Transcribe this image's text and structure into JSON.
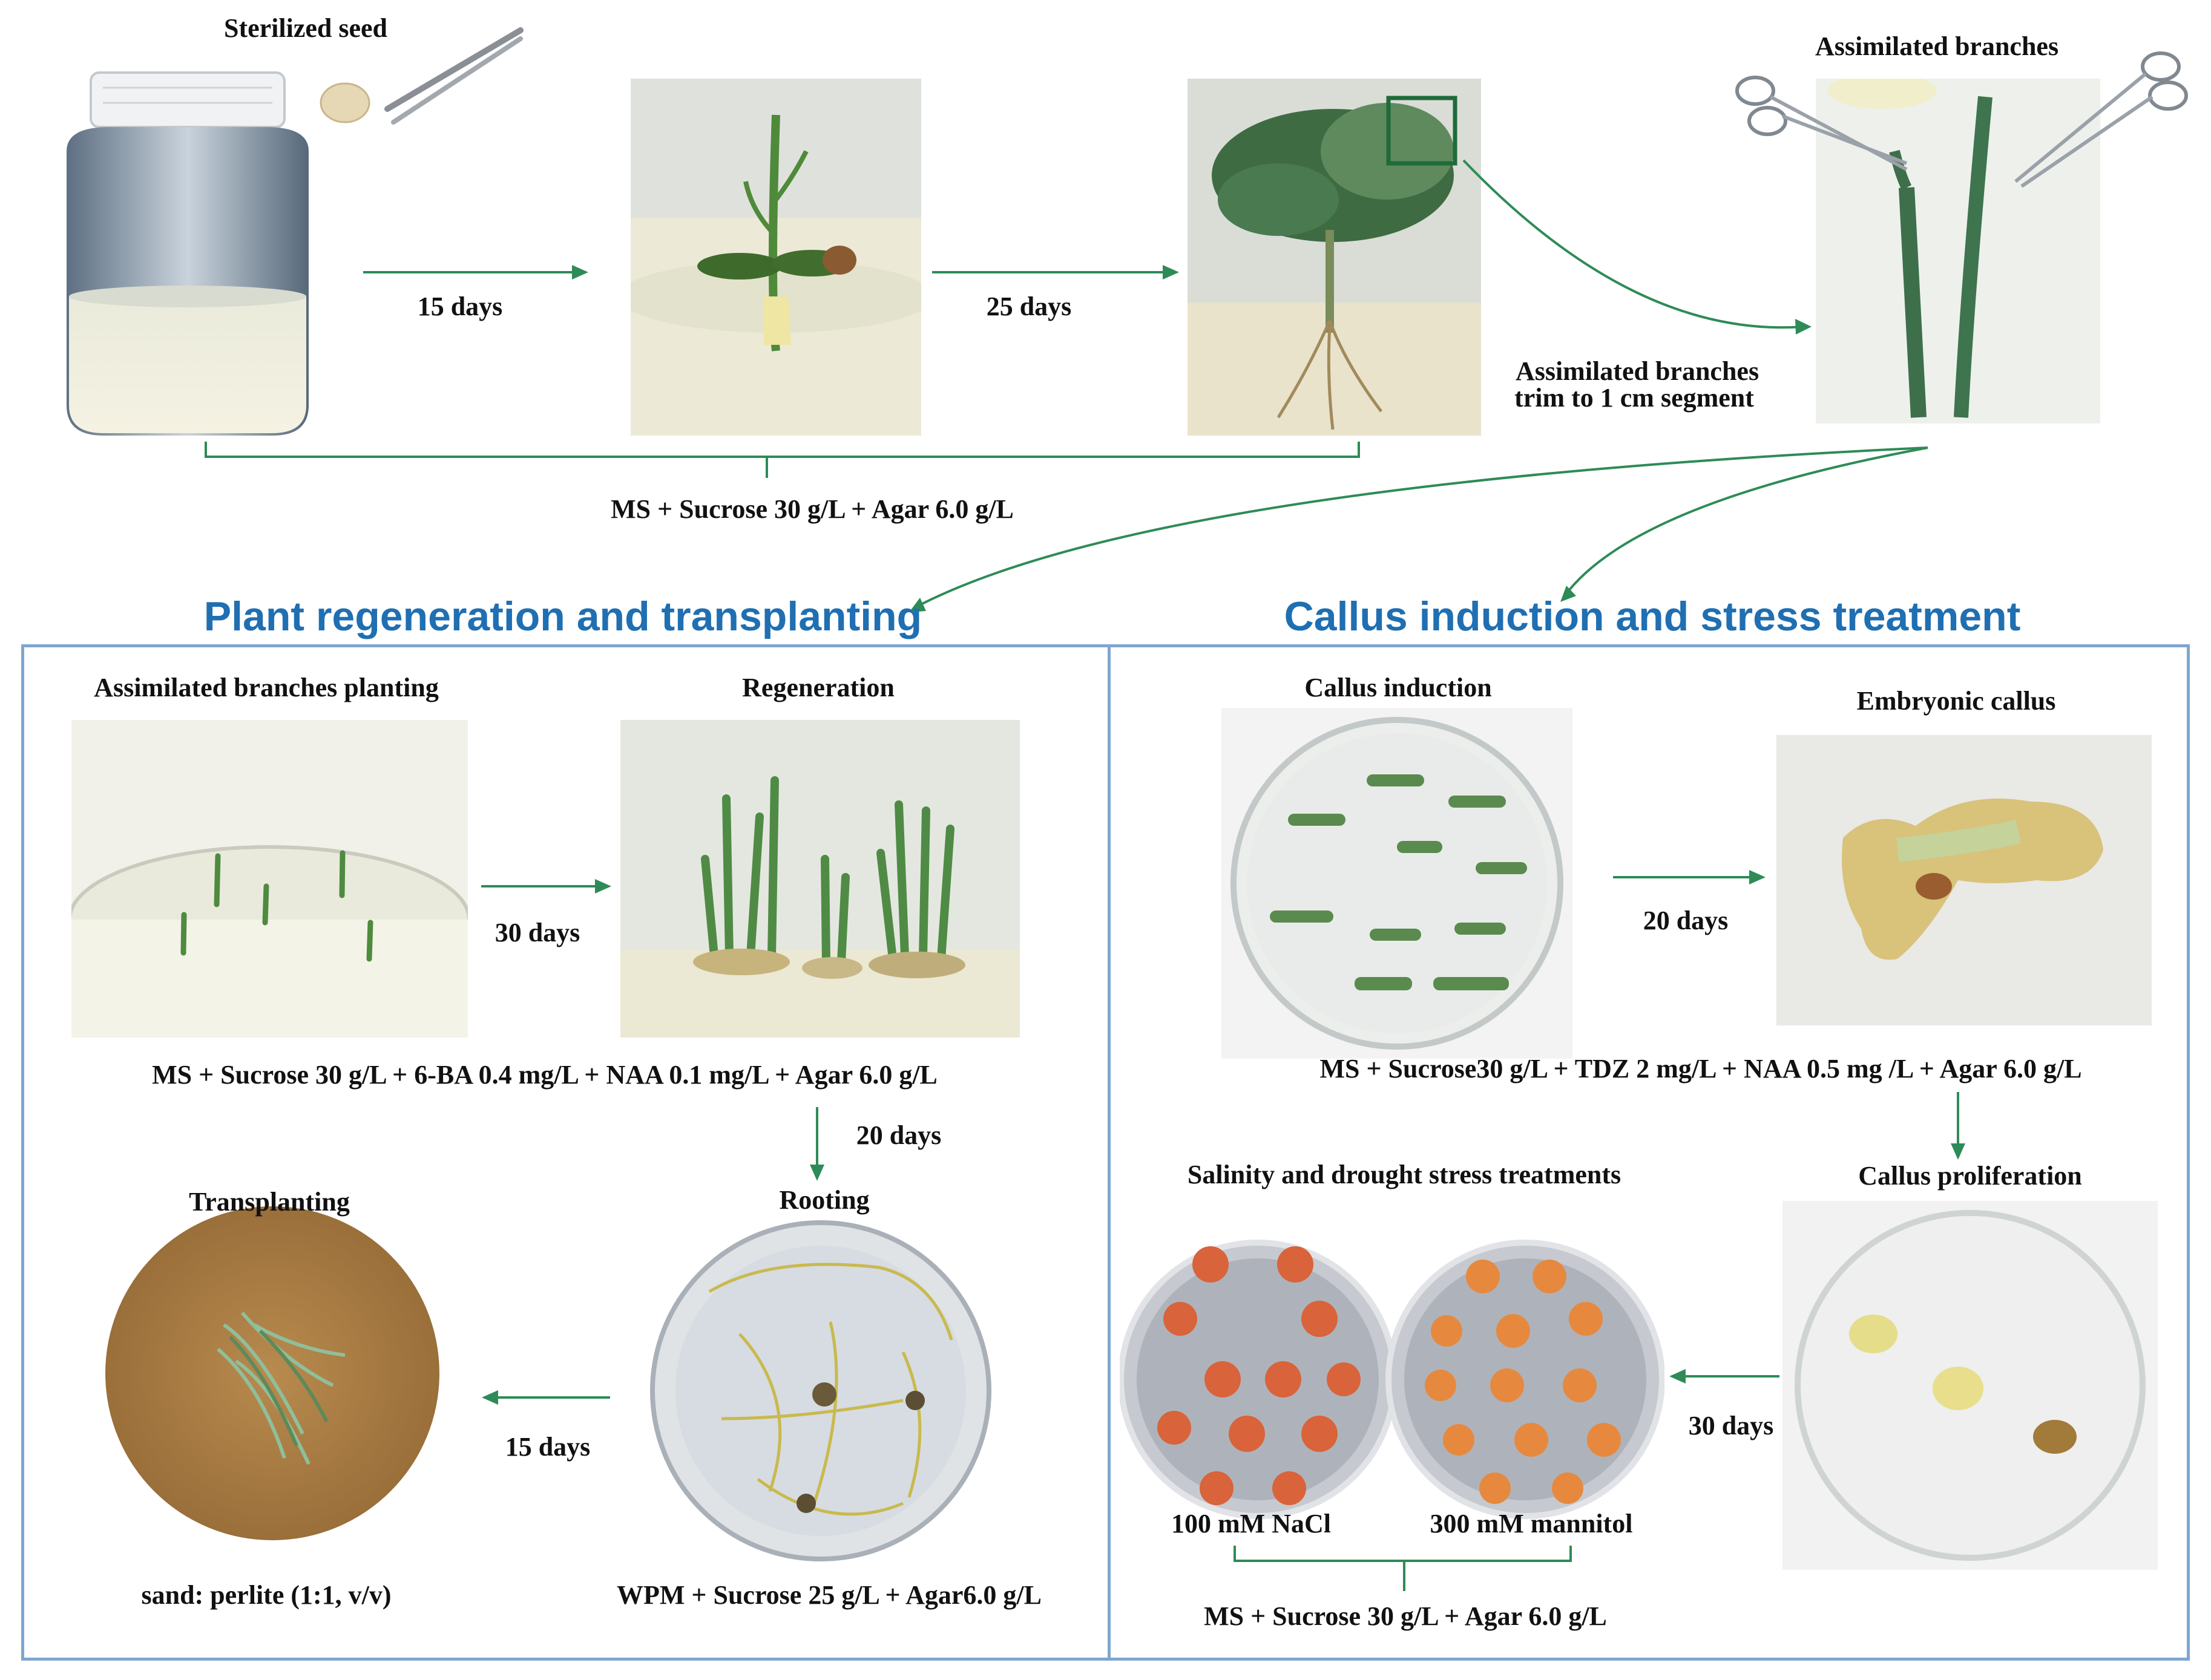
{
  "top": {
    "sterilized_seed": "Sterilized seed",
    "days_15": "15 days",
    "days_25": "25 days",
    "assimilated_branches": "Assimilated branches",
    "trim_line1": "Assimilated branches",
    "trim_line2": "trim to 1 cm segment",
    "medium": "MS + Sucrose 30 g/L + Agar 6.0 g/L"
  },
  "left_section": {
    "title": "Plant regeneration and transplanting",
    "planting": "Assimilated branches planting",
    "regeneration": "Regeneration",
    "days_30": "30 days",
    "regen_medium": "MS + Sucrose 30 g/L  +  6-BA 0.4 mg/L + NAA 0.1 mg/L + Agar 6.0 g/L",
    "days_20": "20 days",
    "transplanting": "Transplanting",
    "rooting": "Rooting",
    "days_15": "15 days",
    "substrate": "sand: perlite (1:1, v/v)",
    "rooting_medium": "WPM + Sucrose 25 g/L + Agar6.0 g/L"
  },
  "right_section": {
    "title": "Callus induction and stress treatment",
    "callus_induction": "Callus induction",
    "embryonic_callus": "Embryonic callus",
    "days_20": "20 days",
    "induction_medium": "MS + Sucrose30 g/L + TDZ 2 mg/L  + NAA 0.5 mg /L + Agar 6.0 g/L",
    "stress_title": "Salinity and drought stress treatments",
    "proliferation": "Callus proliferation",
    "days_30": "30 days",
    "nacl": "100 mM NaCl",
    "mannitol": "300 mM mannitol",
    "stress_medium": "MS + Sucrose 30 g/L + Agar 6.0 g/L"
  },
  "colors": {
    "arrow": "#2e8b57",
    "section_title": "#1f6fb2",
    "panel_border": "#7ea6cf"
  }
}
